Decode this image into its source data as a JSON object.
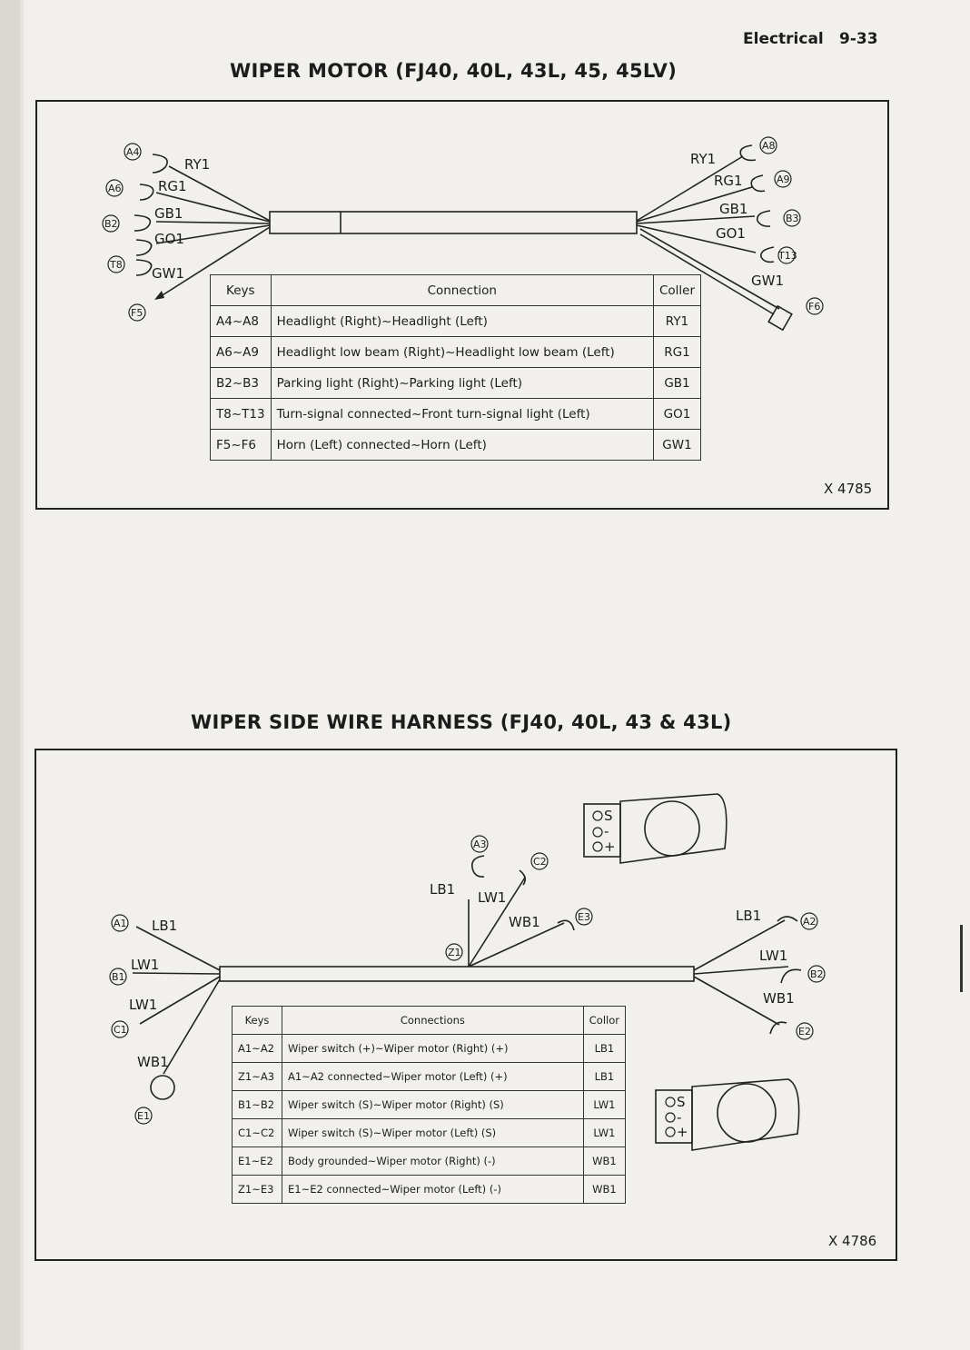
{
  "header": {
    "section": "Electrical",
    "page": "9-33"
  },
  "wiper_motor": {
    "title": "WIPER MOTOR (FJ40, 40L, 43L, 45, 45LV)",
    "figure_number": "X 4785",
    "left_wires": [
      "RY1",
      "RG1",
      "GB1",
      "GO1",
      "GW1"
    ],
    "left_connectors": [
      "A4",
      "A6",
      "B2",
      "T8",
      "F5"
    ],
    "right_wires": [
      "RY1",
      "RG1",
      "GB1",
      "GO1",
      "GW1"
    ],
    "right_connectors": [
      "A8",
      "A9",
      "B3",
      "T13",
      "F6"
    ],
    "table": {
      "headers": [
        "Keys",
        "Connection",
        "Coller"
      ],
      "rows": [
        [
          "A4~A8",
          "Headlight (Right)~Headlight (Left)",
          "RY1"
        ],
        [
          "A6~A9",
          "Headlight low beam (Right)~Headlight low beam (Left)",
          "RG1"
        ],
        [
          "B2~B3",
          "Parking light (Right)~Parking light (Left)",
          "GB1"
        ],
        [
          "T8~T13",
          "Turn-signal connected~Front turn-signal light (Left)",
          "GO1"
        ],
        [
          "F5~F6",
          "Horn (Left) connected~Horn (Left)",
          "GW1"
        ]
      ]
    }
  },
  "wiper_harness": {
    "title": "WIPER SIDE WIRE HARNESS (FJ40, 40L, 43 & 43L)",
    "figure_number": "X 4786",
    "left_wires": [
      "LB1",
      "LW1",
      "LW1",
      "WB1"
    ],
    "left_connectors": [
      "A1",
      "B1",
      "C1",
      "E1"
    ],
    "center_wires": [
      "LB1",
      "LW1",
      "WB1"
    ],
    "center_connectors": [
      "Z1",
      "A3",
      "C2",
      "E3"
    ],
    "right_wires": [
      "LB1",
      "LW1",
      "WB1"
    ],
    "right_connectors": [
      "A2",
      "B2",
      "E2"
    ],
    "motor_terminals": [
      "S",
      "-",
      "+"
    ],
    "table": {
      "headers": [
        "Keys",
        "Connections",
        "Collor"
      ],
      "rows": [
        [
          "A1~A2",
          "Wiper switch (+)~Wiper motor (Right) (+)",
          "LB1"
        ],
        [
          "Z1~A3",
          "A1~A2 connected~Wiper motor (Left) (+)",
          "LB1"
        ],
        [
          "B1~B2",
          "Wiper switch (S)~Wiper motor (Right) (S)",
          "LW1"
        ],
        [
          "C1~C2",
          "Wiper switch (S)~Wiper motor (Left) (S)",
          "LW1"
        ],
        [
          "E1~E2",
          "Body grounded~Wiper motor (Right) (-)",
          "WB1"
        ],
        [
          "Z1~E3",
          "E1~E2 connected~Wiper motor (Left) (-)",
          "WB1"
        ]
      ]
    }
  }
}
